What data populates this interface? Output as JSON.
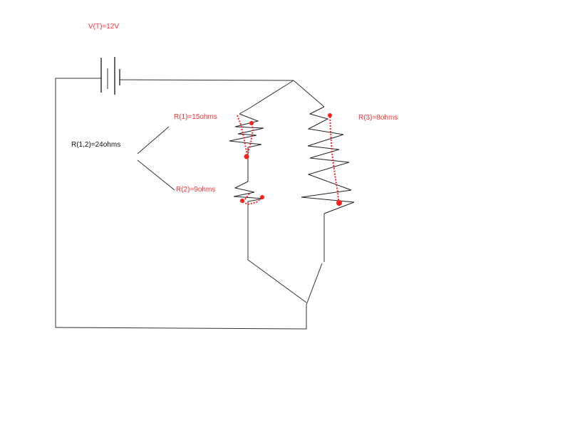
{
  "labels": {
    "voltage": "V(T)=12V",
    "r1": "R(1)=15ohms",
    "r12": "R(1,2)=24ohms",
    "r2": "R(2)=9ohms",
    "r3": "R(3)=8ohms"
  },
  "colors": {
    "wire": "#000000",
    "annotation": "#ff3333",
    "background": "#ffffff"
  }
}
